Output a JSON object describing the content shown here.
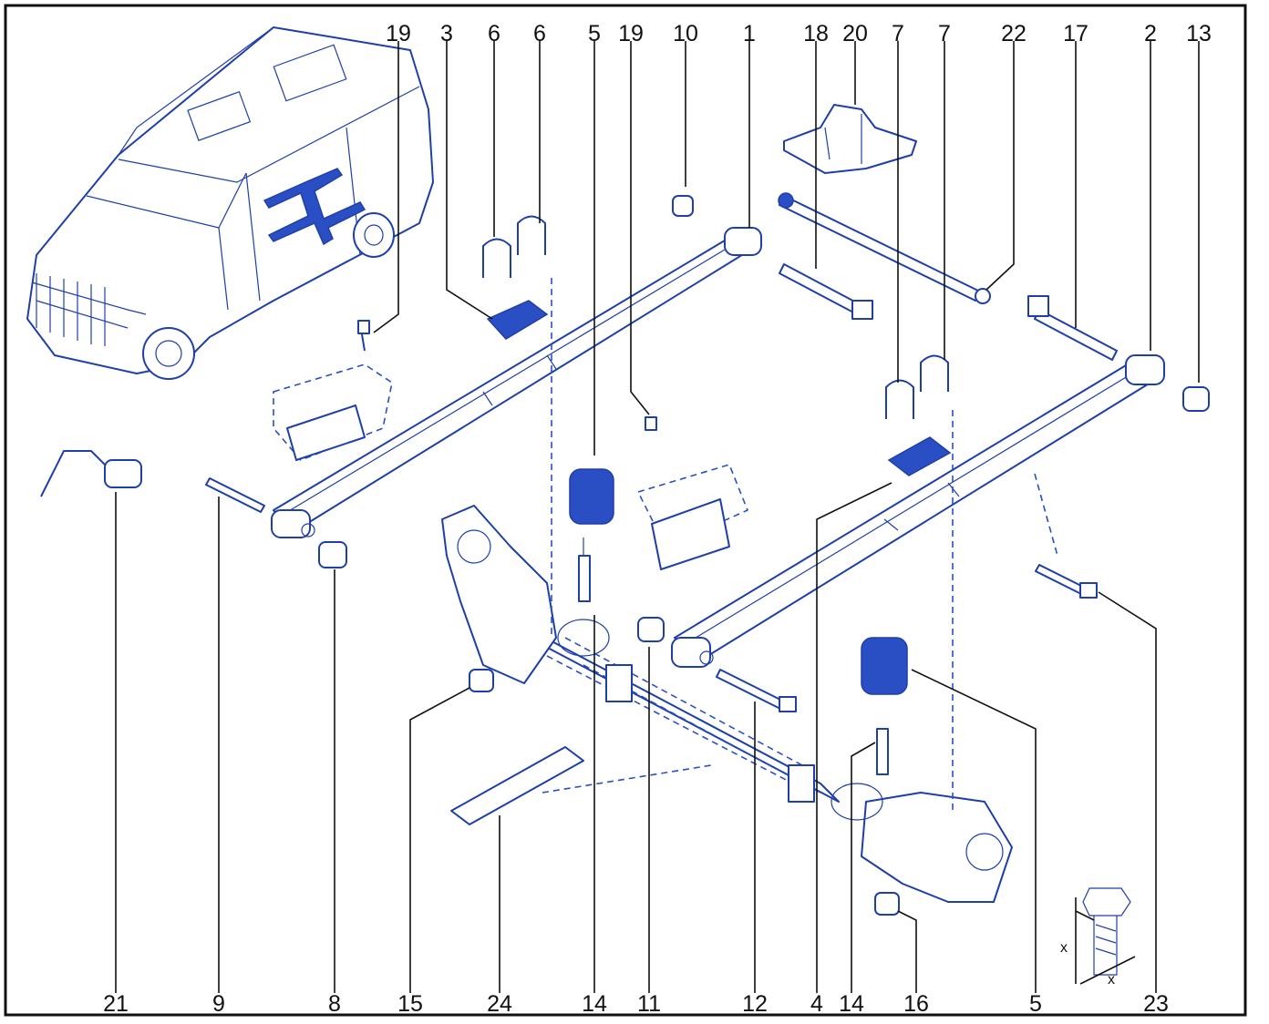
{
  "callouts_top": [
    "19",
    "3",
    "6",
    "6",
    "5",
    "19",
    "10",
    "1",
    "18",
    "20",
    "7",
    "7",
    "22",
    "17",
    "2",
    "13"
  ],
  "callouts_bottom": [
    "21",
    "9",
    "8",
    "15",
    "24",
    "14",
    "11",
    "12",
    "4",
    "14",
    "16",
    "5",
    "23"
  ],
  "dimension_detail": {
    "label_x_vertical": "x",
    "label_x_horizontal": "x"
  },
  "colors": {
    "line_art": "#1f3fa8",
    "leader": "#111111",
    "frame": "#111111"
  }
}
